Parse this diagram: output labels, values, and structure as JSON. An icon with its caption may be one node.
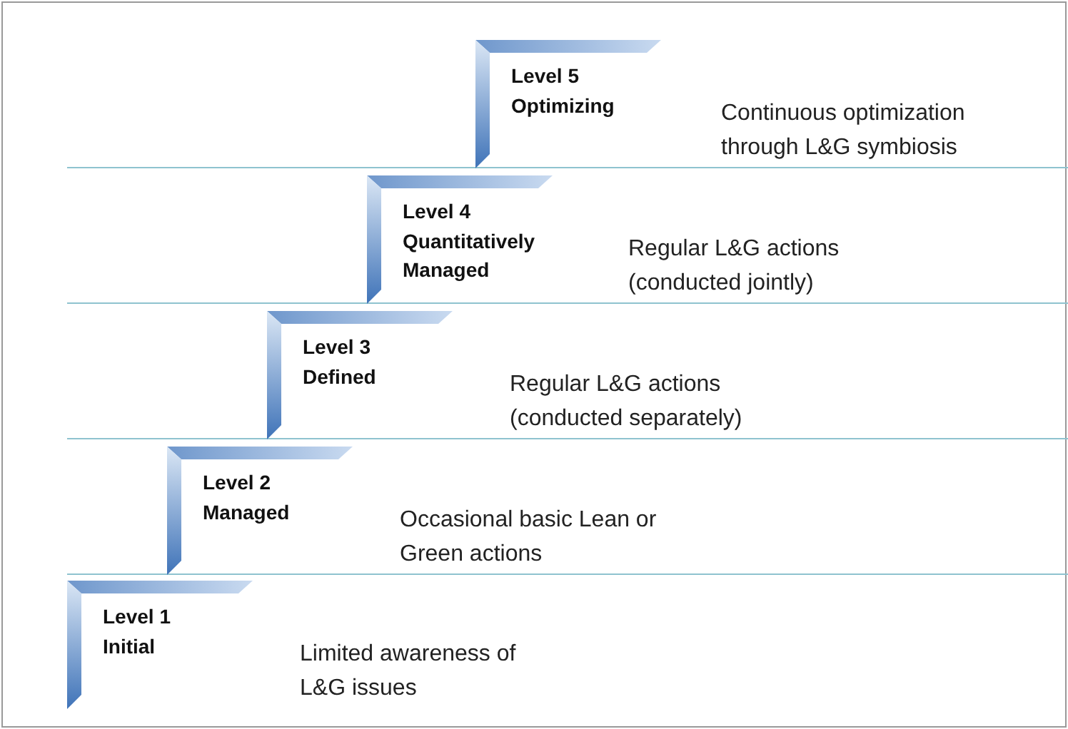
{
  "diagram": {
    "nodes": [
      {
        "text": [
          "Level 1",
          "Initial"
        ],
        "beside": [
          "Limited awareness of L&G issues"
        ]
      },
      {
        "text": [
          "Level 2",
          "Managed"
        ],
        "beside": [
          "Occasional basic Lean or Green actions"
        ]
      },
      {
        "text": [
          "Level 3",
          "Defined"
        ],
        "beside": [
          "Regular L&G actions (conducted separately)"
        ]
      },
      {
        "text": [
          "Level 4",
          "Quantitatively Managed"
        ],
        "beside": [
          "Regular L&G actions (conducted jointly)"
        ]
      },
      {
        "text": [
          "Level 5",
          "Optimizing"
        ],
        "beside": [
          "Continuous optimization through L&G symbiosis"
        ]
      }
    ]
  }
}
